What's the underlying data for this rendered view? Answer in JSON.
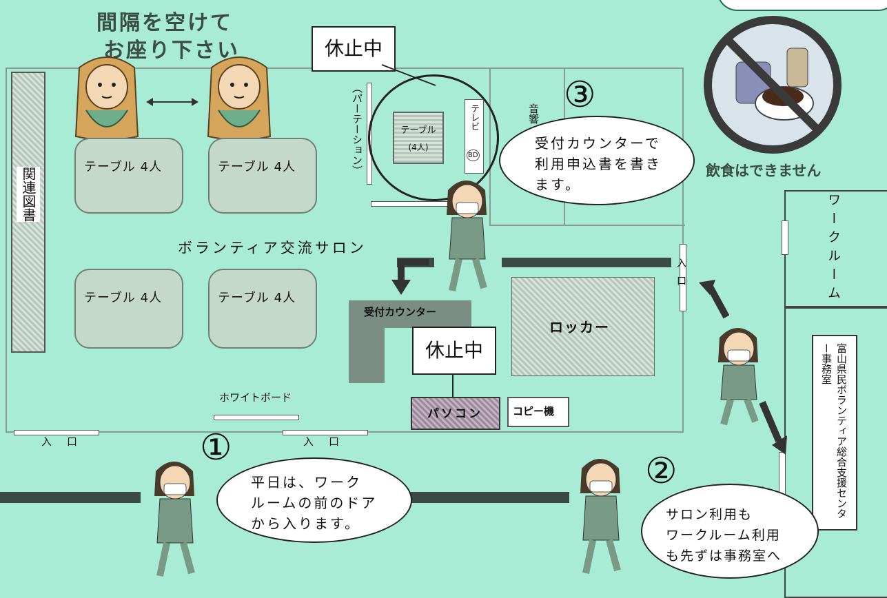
{
  "header": {
    "spacing_line1": "間隔を空けて",
    "spacing_line2": "お座り下さい"
  },
  "room": {
    "salon_label": "ボランティア交流サロン",
    "books_label": "関連図書",
    "whiteboard": "ホワイトボード",
    "entrance": "入口"
  },
  "tables": [
    {
      "label": "テーブル 4人"
    },
    {
      "label": "テーブル 4人"
    },
    {
      "label": "テーブル 4人"
    },
    {
      "label": "テーブル 4人"
    }
  ],
  "annex": {
    "partition": "（パーテーション）",
    "small_table": "テーブル",
    "small_table_count": "(4人)",
    "tv": "テレビ",
    "bd": "BD",
    "audio": "音響"
  },
  "counter": {
    "label": "受付カウンター"
  },
  "locker": {
    "label": "ロッカー"
  },
  "pc": {
    "label": "パソコン"
  },
  "copier": {
    "label": "コピー機"
  },
  "paused": {
    "label": "休止中"
  },
  "no_food": {
    "label": "飲食はできません"
  },
  "workroom": {
    "label": "ワークルーム"
  },
  "office": {
    "label": "富山県民ボランティア総合支援センター事務室"
  },
  "steps": [
    {
      "num": "①",
      "text": [
        "平日は、ワーク",
        "ルームの前のドア",
        "から入ります。"
      ]
    },
    {
      "num": "②",
      "text": [
        "サロン利用も",
        "ワークルーム利用",
        "も先ずは事務室へ"
      ]
    },
    {
      "num": "③",
      "text": [
        "受付カウンターで",
        "利用申込書を書き",
        "ます。"
      ]
    }
  ],
  "colors": {
    "background": "#a8ecd6",
    "paused_box": "#ffffff",
    "wall": "#3a4a44"
  }
}
